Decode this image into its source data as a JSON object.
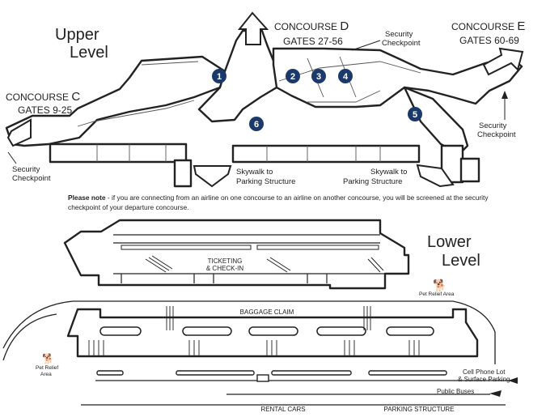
{
  "upper_level_title": [
    "Upper",
    "Level"
  ],
  "lower_level_title": [
    "Lower",
    "Level"
  ],
  "concourses": {
    "c": {
      "name": "CONCOURSE",
      "letter": "C",
      "gates": "GATES 9-25"
    },
    "d": {
      "name": "CONCOURSE",
      "letter": "D",
      "gates": "GATES 27-56"
    },
    "e": {
      "name": "CONCOURSE",
      "letter": "E",
      "gates": "GATES 60-69"
    }
  },
  "checkpoints": {
    "top": [
      "Security",
      "Checkpoint"
    ],
    "right": [
      "Security",
      "Checkpoint"
    ],
    "left": [
      "Security",
      "Checkpoint"
    ]
  },
  "skywalks": {
    "left": [
      "Skywalk to",
      "Parking Structure"
    ],
    "right": [
      "Skywalk to",
      "Parking Structure"
    ]
  },
  "markers": [
    "1",
    "2",
    "3",
    "4",
    "5",
    "6"
  ],
  "note": {
    "prefix": "Please note",
    "text": " - if you are connecting from an airline on one concourse to an airline on another concourse, you will be screened at the security checkpoint of your departure concourse."
  },
  "ticketing_label": [
    "TICKETING",
    "& CHECK-IN"
  ],
  "baggage_label": "BAGGAGE CLAIM",
  "pet_relief": {
    "right": "Pet Relief Area",
    "left": [
      "Pet Relief",
      "Area"
    ]
  },
  "road_labels": {
    "cell_phone": [
      "Cell Phone Lot",
      "& Surface Parking"
    ],
    "public_buses": "Public Buses",
    "rental_cars": "RENTAL CARS",
    "parking_structure": "PARKING STRUCTURE"
  },
  "colors": {
    "marker": "#1b3a6b",
    "line": "#222222",
    "fill_light": "#f4f4f4"
  }
}
